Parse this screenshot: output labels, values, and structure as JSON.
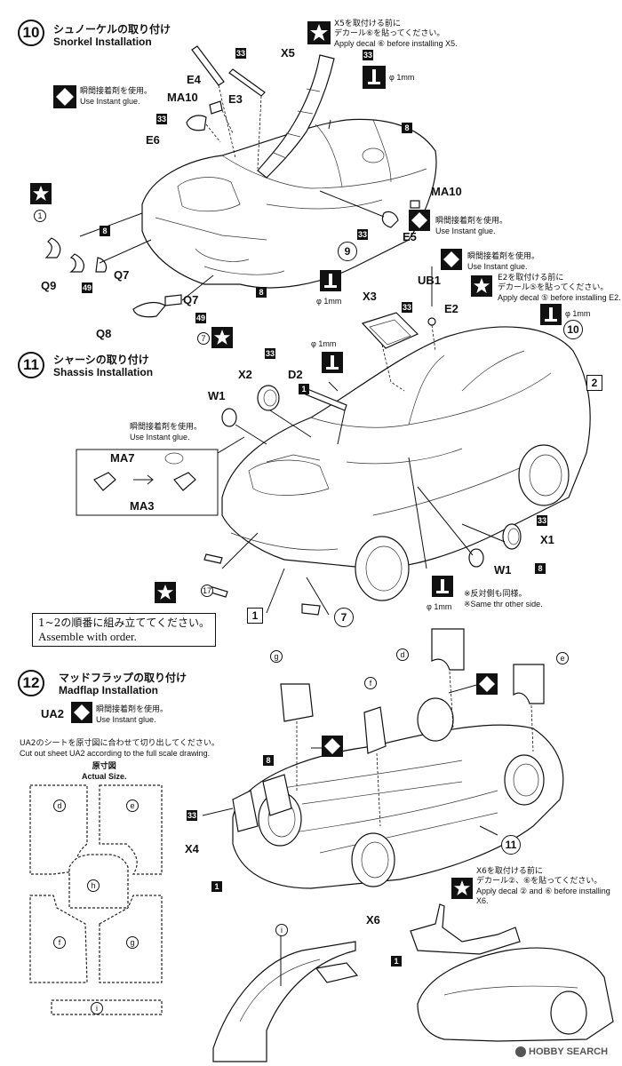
{
  "steps": [
    {
      "number": "10",
      "title_jp": "シュノーケルの取り付け",
      "title_en": "Snorkel Installation"
    },
    {
      "number": "11",
      "title_jp": "シャーシの取り付け",
      "title_en": "Shassis Installation"
    },
    {
      "number": "12",
      "title_jp": "マッドフラップの取り付け",
      "title_en": "Madflap Installation"
    }
  ],
  "notes": {
    "instant_glue_jp": "瞬間接着剤を使用。",
    "instant_glue_en": "Use Instant glue.",
    "x5_decal_jp1": "X5を取付ける前に",
    "x5_decal_jp2": "デカール⑥を貼ってください。",
    "x5_decal_en": "Apply decal ⑥ before installing X5.",
    "e2_decal_jp1": "E2を取付ける前に",
    "e2_decal_jp2": "デカール⑤を貼ってください。",
    "e2_decal_en": "Apply decal ⑤ before installing E2.",
    "drill_1mm": "φ 1mm",
    "other_side_jp": "※反対側も同様。",
    "other_side_en": "※Same thr other side.",
    "order_jp": "1~2の順番に組み立ててください。",
    "order_en": "Assemble with order.",
    "ua2_jp": "UA2のシートを原寸図に合わせて切り出してください。",
    "ua2_en": "Cut out sheet UA2 according to the full scale drawing.",
    "actual_jp": "原寸図",
    "actual_en": "Actual Size.",
    "x6_decal_jp1": "X6を取付ける前に",
    "x6_decal_jp2": "デカール②、⑥を貼ってください。",
    "x6_decal_en": "Apply decal ② and ⑥ before installing X6."
  },
  "parts": {
    "e4": "E4",
    "e3": "E3",
    "ma10": "MA10",
    "e6": "E6",
    "x5": "X5",
    "e5": "E5",
    "q9": "Q9",
    "q7": "Q7",
    "q8": "Q8",
    "ub1": "UB1",
    "x3": "X3",
    "e2": "E2",
    "x2": "X2",
    "d2": "D2",
    "w1": "W1",
    "ma7": "MA7",
    "ma3": "MA3",
    "x1": "X1",
    "x4": "X4",
    "x6": "X6",
    "ua2": "UA2"
  },
  "badges": {
    "n33": "33",
    "n8": "8",
    "n49": "49",
    "n1": "1",
    "c1": "1",
    "c7": "7",
    "c9": "9",
    "c10": "10",
    "c11": "11",
    "c17": "17",
    "b1": "1",
    "b2": "2"
  },
  "templates": [
    "d",
    "e",
    "h",
    "f",
    "g",
    "i"
  ],
  "watermark": "HOBBY SEARCH"
}
